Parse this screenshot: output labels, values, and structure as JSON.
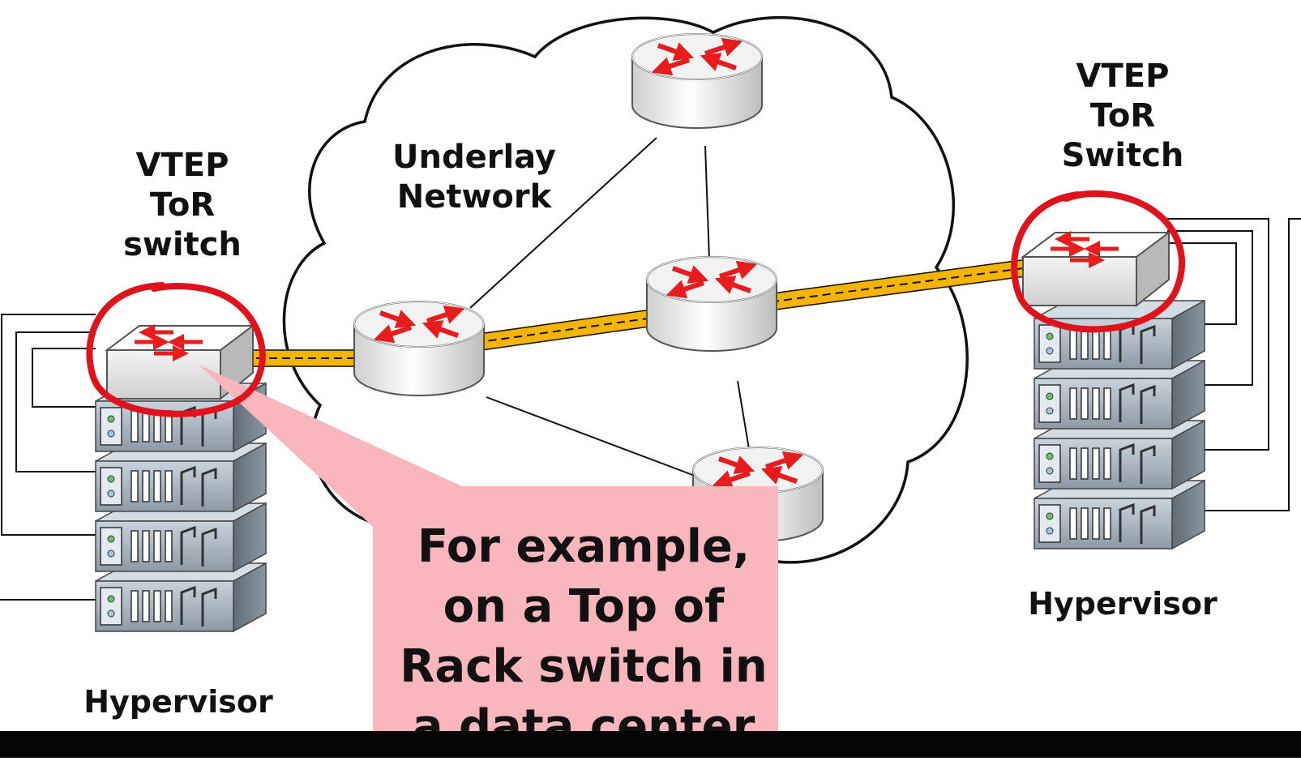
{
  "labels": {
    "left_switch": [
      "VTEP",
      "ToR",
      "switch"
    ],
    "right_switch": [
      "VTEP",
      "ToR",
      "Switch"
    ],
    "underlay": [
      "Underlay",
      "Network"
    ],
    "hypervisor_left": "Hypervisor",
    "hypervisor_right": "Hypervisor"
  },
  "callout": {
    "lines": [
      "For example,",
      "on a Top of",
      "Rack switch in",
      "a data center"
    ]
  },
  "colors": {
    "tunnel": "#f5b400",
    "highlight_circle": "#e0121b",
    "callout_fill": "#f9b6bd",
    "arrow": "#e81c1c"
  },
  "icons": {
    "router": "router-icon",
    "switch": "switch-icon",
    "server": "server-icon"
  }
}
